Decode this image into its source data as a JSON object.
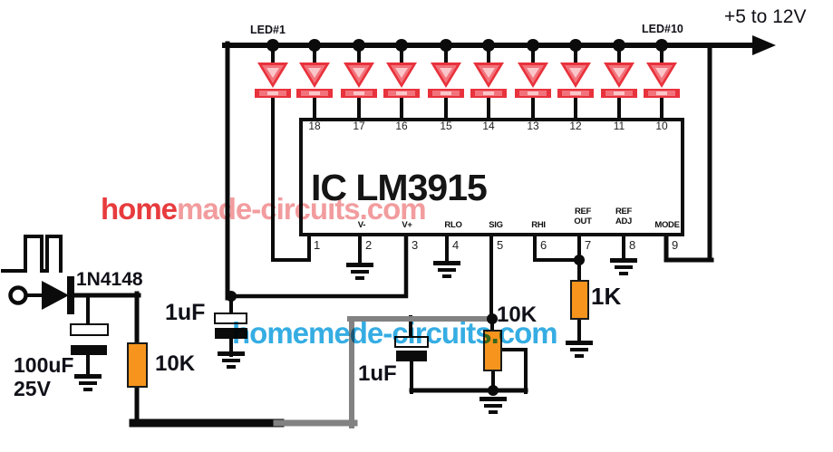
{
  "supply": {
    "label": "+5 to 12V"
  },
  "leds": {
    "first": "LED#1",
    "last": "LED#10"
  },
  "ic": {
    "name": "IC LM3915",
    "top_pins": [
      "18",
      "17",
      "16",
      "15",
      "14",
      "13",
      "12",
      "11",
      "10"
    ],
    "bottom_pins": [
      "1",
      "2",
      "3",
      "4",
      "5",
      "6",
      "7",
      "8",
      "9"
    ],
    "pin_labels": [
      {
        "l1": "V-"
      },
      {
        "l1": "V+"
      },
      {
        "l1": "RLO"
      },
      {
        "l1": "SIG"
      },
      {
        "l1": "RHI"
      },
      {
        "l1": "REF",
        "l2": "OUT"
      },
      {
        "l1": "REF",
        "l2": "ADJ"
      },
      {
        "l1": "MODE"
      }
    ]
  },
  "components": {
    "diode": "1N4148",
    "input_cap_value": "100uF",
    "input_cap_voltage": "25V",
    "input_resistor": "10K",
    "vplus_cap": "1uF",
    "sig_resistor": "10K",
    "sig_cap": "1uF",
    "ref_resistor": "1K"
  },
  "watermarks": {
    "red_prefix": "home",
    "red_suffix": "made-circuits.com",
    "blue": "homemede-circuits.com"
  },
  "colors": {
    "resistor_orange": "#F7941E",
    "led_red": "#E8323C",
    "watermark_red": "#E73B3E",
    "watermark_red_light": "#F29C9E",
    "watermark_blue": "#35ADE3",
    "gray_wire": "#828282"
  }
}
